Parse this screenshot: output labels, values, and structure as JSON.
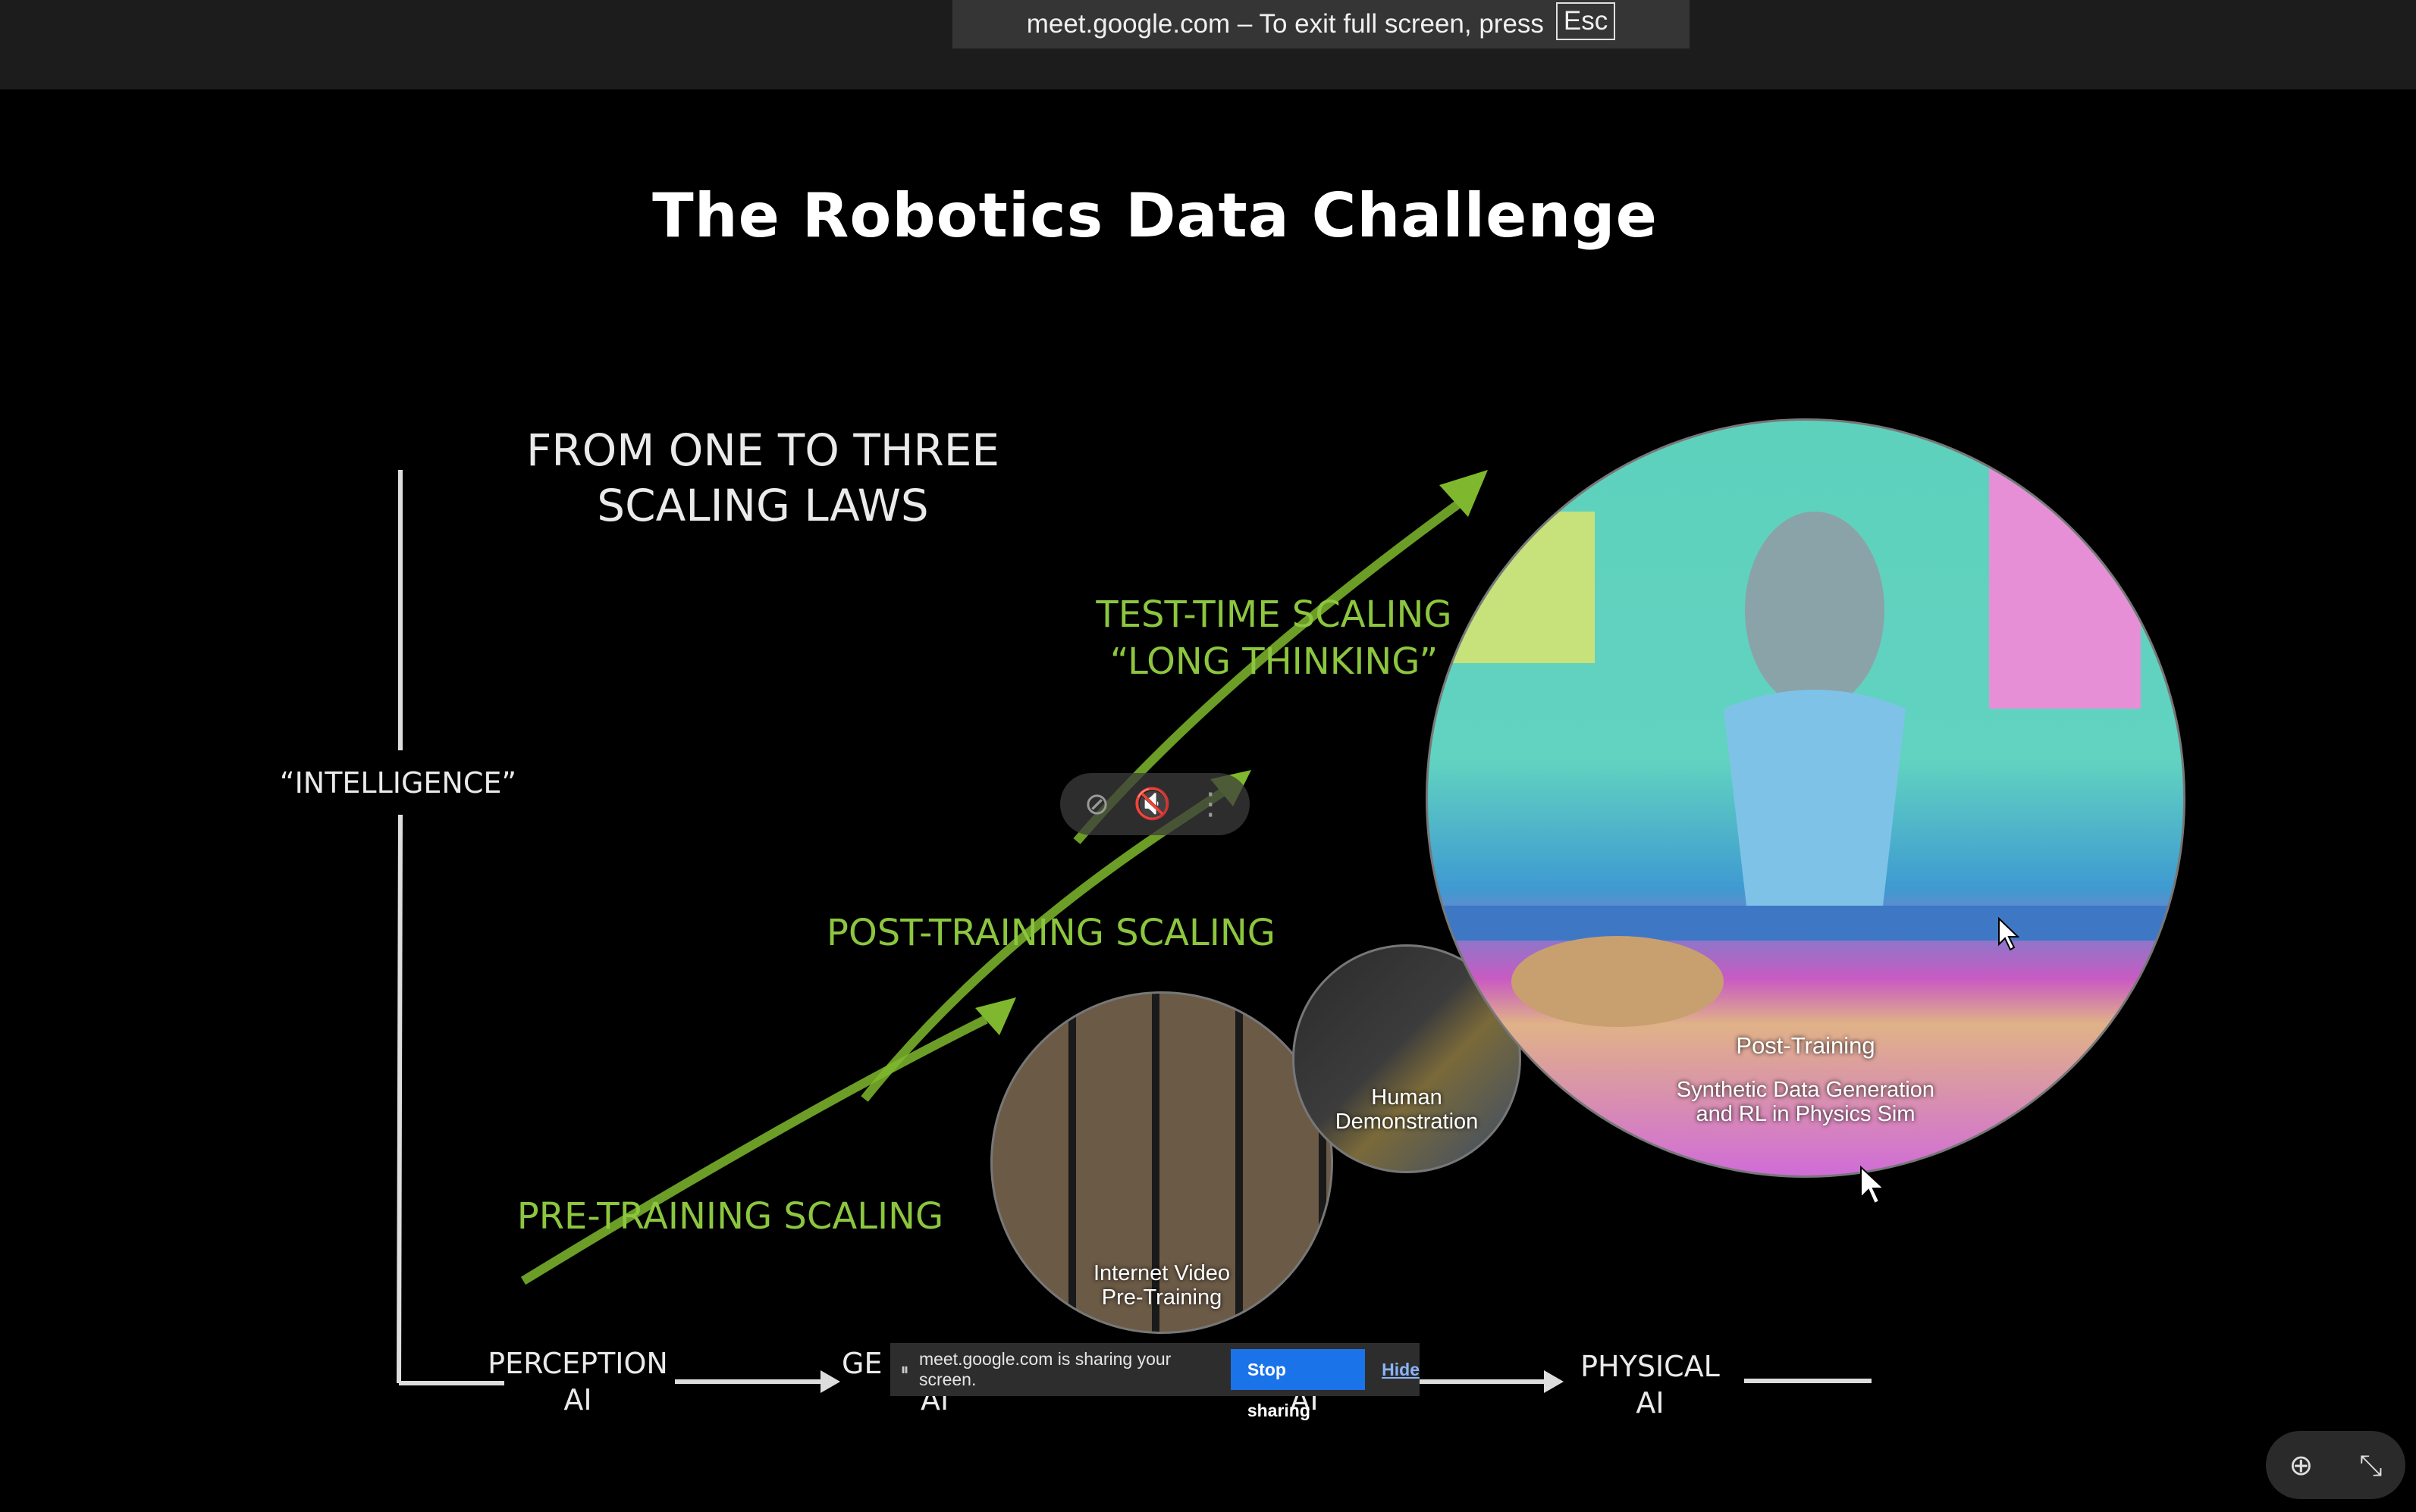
{
  "fullscreen_notice": {
    "text": "meet.google.com – To exit full screen, press",
    "key": "Esc"
  },
  "slide": {
    "title": "The Robotics Data Challenge",
    "subtitle_line1": "FROM ONE TO THREE",
    "subtitle_line2": "SCALING LAWS",
    "y_axis_label": "“INTELLIGENCE”",
    "curves": {
      "pre_training": "PRE-TRAINING SCALING",
      "post_training": "POST-TRAINING SCALING",
      "test_time_line1": "TEST-TIME SCALING",
      "test_time_line2": "“LONG THINKING”"
    },
    "x_axis": {
      "perception_line1": "PERCEPTION",
      "perception_line2": "AI",
      "generative_line1": "GE",
      "generative_line2": "AI",
      "agentic_line2": "AI",
      "physical_line1": "PHYSICAL",
      "physical_line2": "AI"
    },
    "circles": {
      "video_line1": "Internet Video",
      "video_line2": "Pre-Training",
      "demo_line1": "Human",
      "demo_line2": "Demonstration",
      "post_title": "Post-Training",
      "post_line1": "Synthetic Data Generation",
      "post_line2": "and RL in Physics Sim"
    }
  },
  "video_controls": {
    "icons": [
      "pin-off-icon",
      "mute-icon",
      "more-vert-icon"
    ]
  },
  "share_bar": {
    "message": "meet.google.com is sharing your screen.",
    "stop_label": "Stop sharing",
    "hide_label": "Hide"
  },
  "zoom_controls": {
    "icons": [
      "zoom-in-icon",
      "exit-fullscreen-icon"
    ]
  },
  "colors": {
    "accent_green": "#8cc63f",
    "meet_blue": "#1a73e8",
    "background": "#000000"
  }
}
